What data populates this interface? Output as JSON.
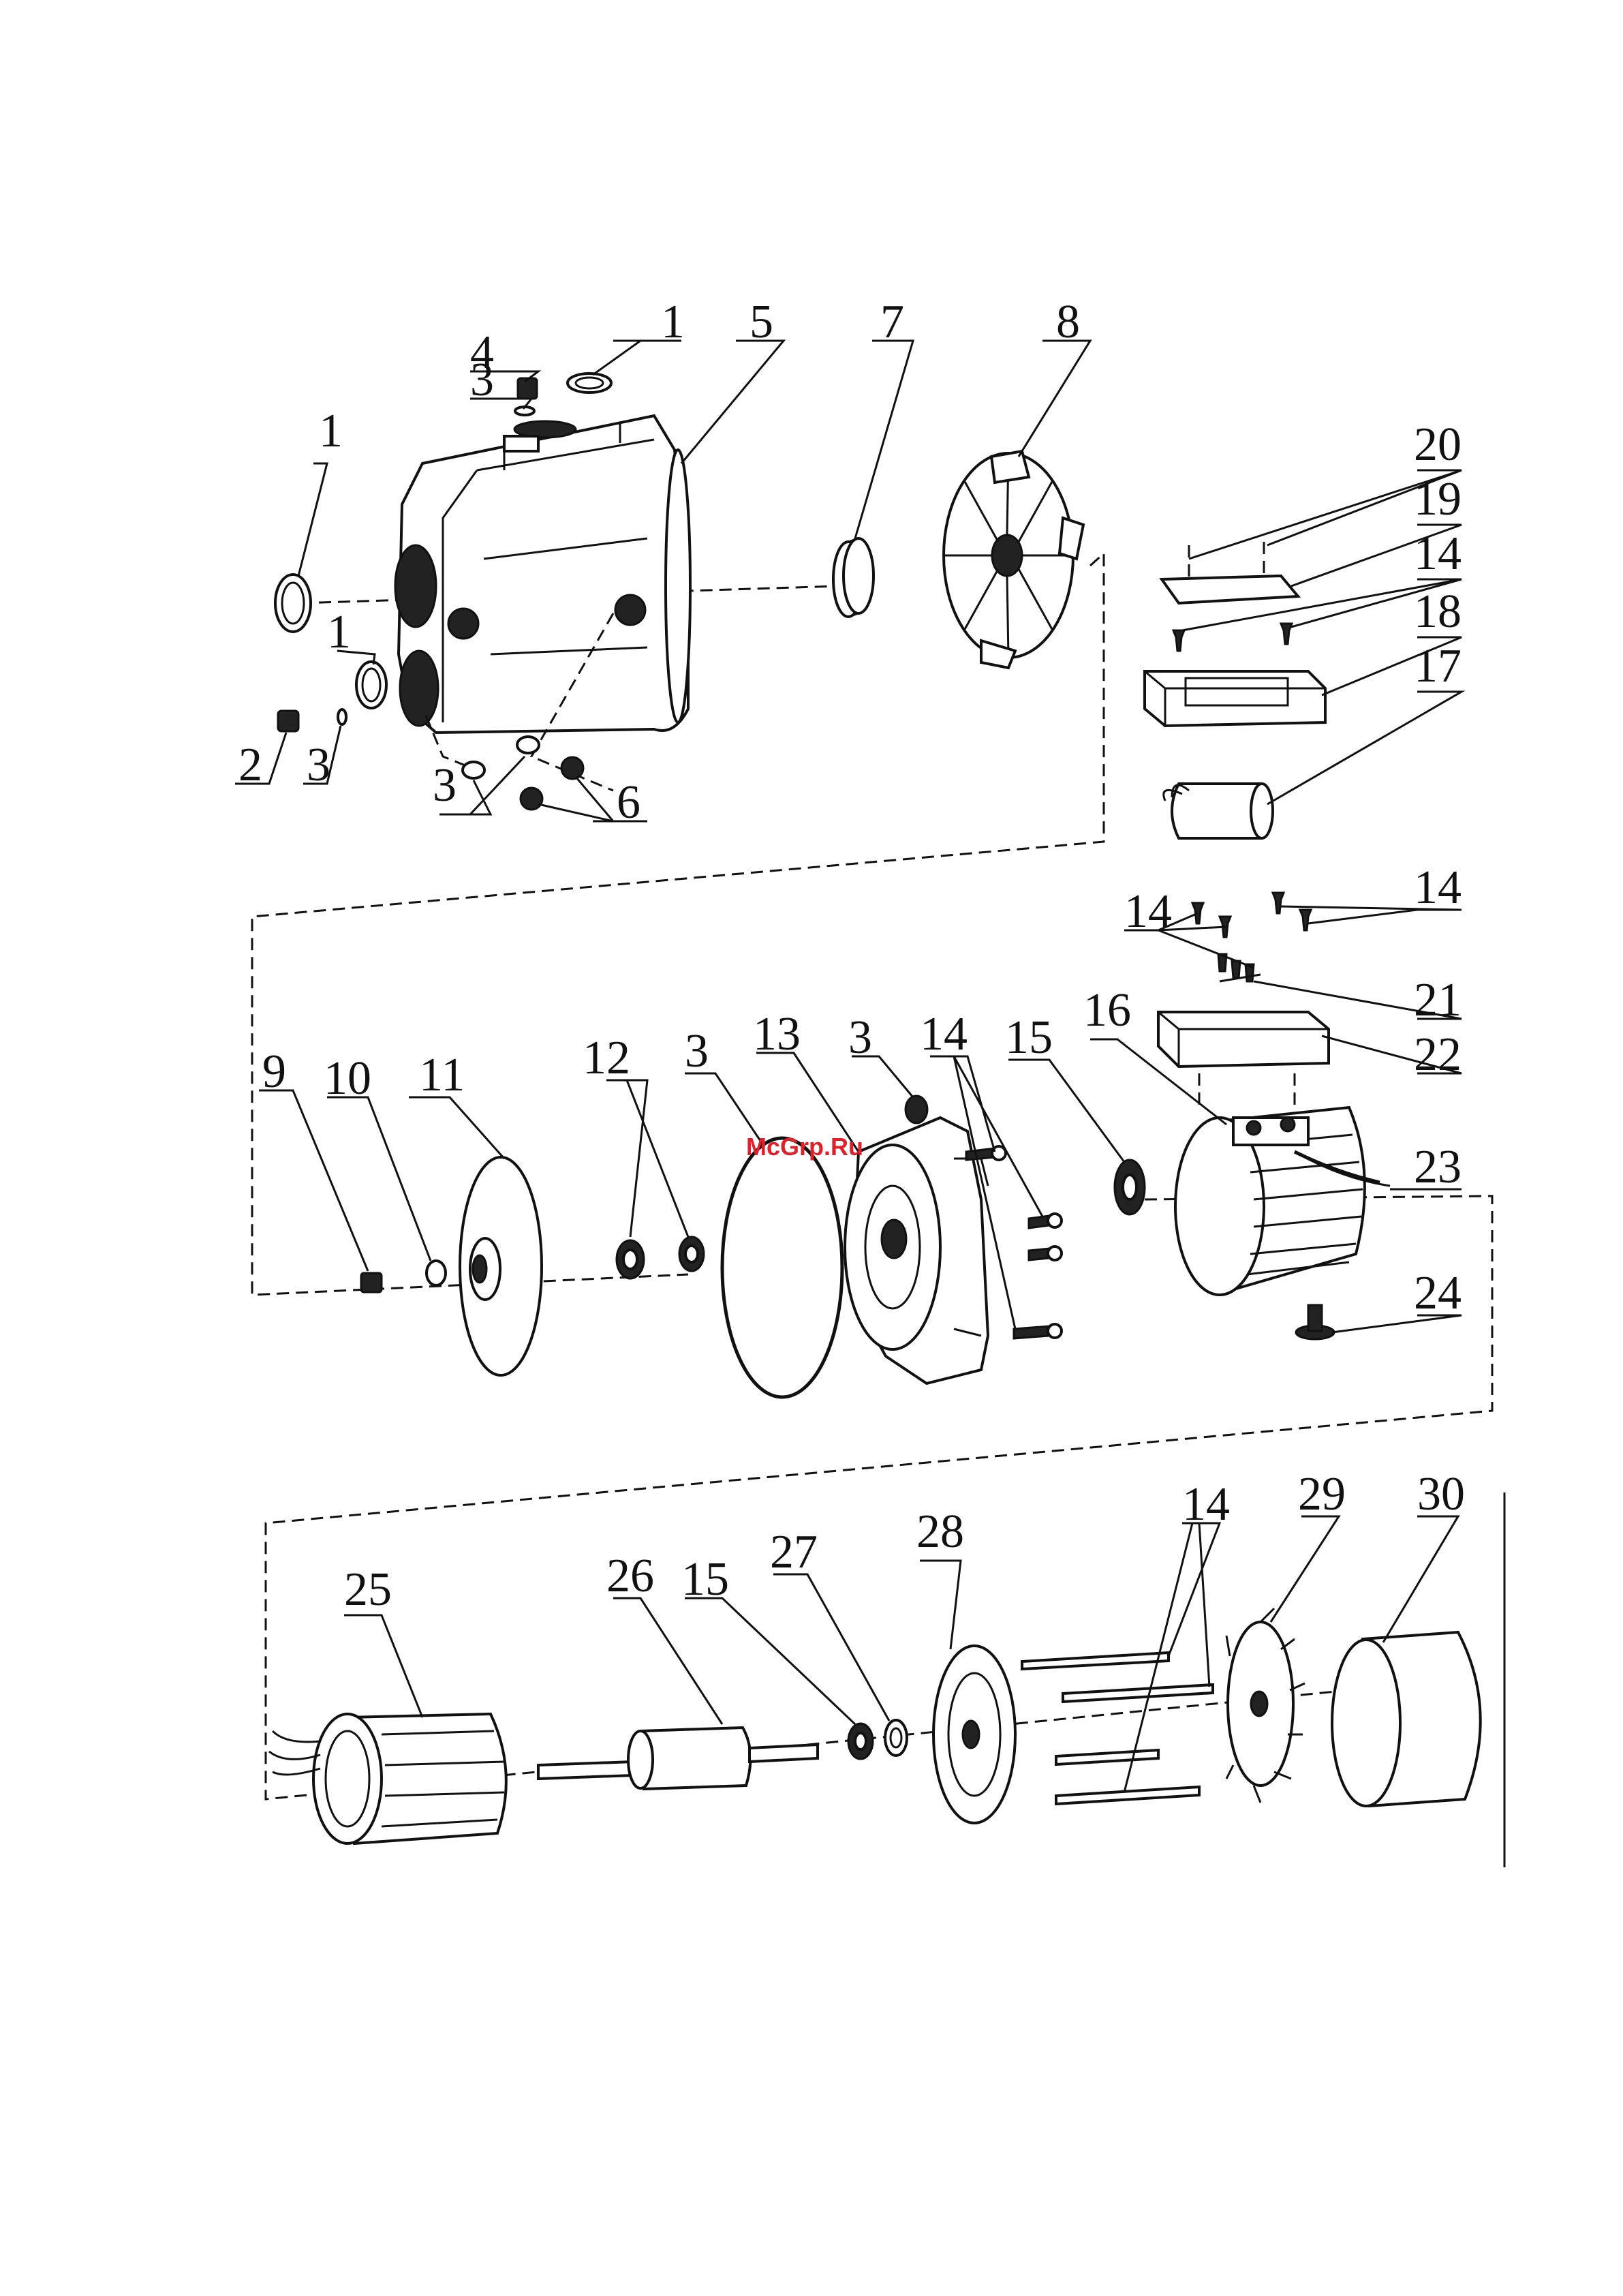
{
  "watermark": "McGrp.Ru",
  "callouts": [
    {
      "id": "c1a",
      "text": "1"
    },
    {
      "id": "c1b",
      "text": "1"
    },
    {
      "id": "c1c",
      "text": "1"
    },
    {
      "id": "c2",
      "text": "2"
    },
    {
      "id": "c3a",
      "text": "3"
    },
    {
      "id": "c3b",
      "text": "3"
    },
    {
      "id": "c3c",
      "text": "3"
    },
    {
      "id": "c3d",
      "text": "3"
    },
    {
      "id": "c3e",
      "text": "3"
    },
    {
      "id": "c4",
      "text": "4"
    },
    {
      "id": "c5",
      "text": "5"
    },
    {
      "id": "c6",
      "text": "6"
    },
    {
      "id": "c7",
      "text": "7"
    },
    {
      "id": "c8",
      "text": "8"
    },
    {
      "id": "c9",
      "text": "9"
    },
    {
      "id": "c10",
      "text": "10"
    },
    {
      "id": "c11",
      "text": "11"
    },
    {
      "id": "c12",
      "text": "12"
    },
    {
      "id": "c13",
      "text": "13"
    },
    {
      "id": "c14a",
      "text": "14"
    },
    {
      "id": "c14b",
      "text": "14"
    },
    {
      "id": "c14c",
      "text": "14"
    },
    {
      "id": "c14d",
      "text": "14"
    },
    {
      "id": "c14e",
      "text": "14"
    },
    {
      "id": "c15a",
      "text": "15"
    },
    {
      "id": "c15b",
      "text": "15"
    },
    {
      "id": "c16",
      "text": "16"
    },
    {
      "id": "c17",
      "text": "17"
    },
    {
      "id": "c18",
      "text": "18"
    },
    {
      "id": "c19",
      "text": "19"
    },
    {
      "id": "c20",
      "text": "20"
    },
    {
      "id": "c21",
      "text": "21"
    },
    {
      "id": "c22",
      "text": "22"
    },
    {
      "id": "c23",
      "text": "23"
    },
    {
      "id": "c24",
      "text": "24"
    },
    {
      "id": "c25",
      "text": "25"
    },
    {
      "id": "c26",
      "text": "26"
    },
    {
      "id": "c27",
      "text": "27"
    },
    {
      "id": "c28",
      "text": "28"
    },
    {
      "id": "c29",
      "text": "29"
    },
    {
      "id": "c30",
      "text": "30"
    }
  ]
}
